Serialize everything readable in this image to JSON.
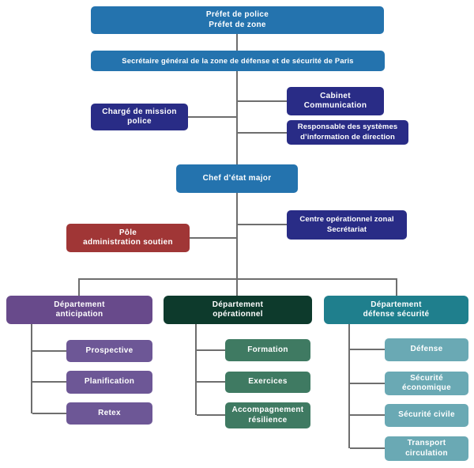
{
  "colors": {
    "blue": "#2473ae",
    "navy": "#292c86",
    "red": "#a03636",
    "purple_dark": "#684a8b",
    "purple_light": "#6d5796",
    "green_dark": "#0d3a2c",
    "green_mid": "#3f7a62",
    "teal_dark": "#1f7f8d",
    "teal_light": "#6aa9b4",
    "connector": "#6e6e6e"
  },
  "nodes": {
    "prefet": "Préfet de police\nPréfet de zone",
    "secretaire_general": "Secrétaire général de la zone de défense et de sécurité de Paris",
    "charge_mission": "Chargé de mission\npolice",
    "cabinet": "Cabinet\nCommunication",
    "responsable_si": "Responsable des systèmes\nd’information de direction",
    "chef_etat_major": "Chef d’état major",
    "centre_operationnel": "Centre opérationnel zonal\nSecrétariat",
    "pole_admin": "Pôle\nadministration soutien",
    "dept_anticipation": "Département\nanticipation",
    "prospective": "Prospective",
    "planification": "Planification",
    "retex": "Retex",
    "dept_operationnel": "Département\nopérationnel",
    "formation": "Formation",
    "exercices": "Exercices",
    "accompagnement": "Accompagnement\nrésilience",
    "dept_defense": "Département\ndéfense sécurité",
    "defense": "Défense",
    "securite_economique": "Sécurité\néconomique",
    "securite_civile": "Sécurité civile",
    "transport": "Transport\ncirculation"
  }
}
